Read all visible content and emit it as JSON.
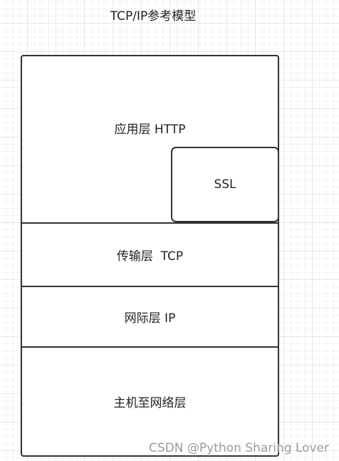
{
  "diagram": {
    "title": "TCP/IP参考模型",
    "layers": {
      "application": "应用层 HTTP",
      "ssl": "SSL",
      "transport": "传输层  TCP",
      "network": "网际层 IP",
      "link": "主机至网络层"
    }
  },
  "watermark": "CSDN @Python Sharing Lover"
}
